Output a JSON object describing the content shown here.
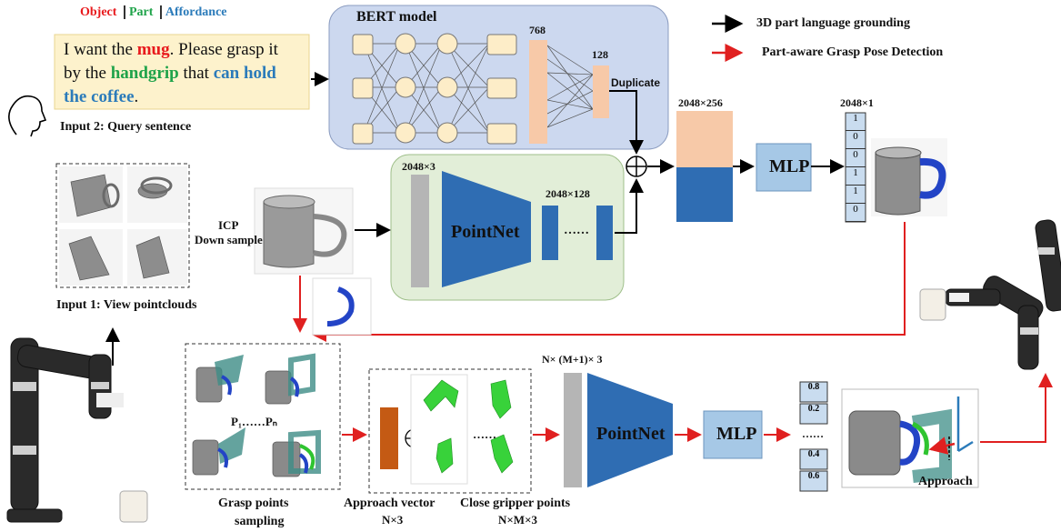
{
  "legend_tags": {
    "object": "Object",
    "part": "Part",
    "affordance": "Affordance"
  },
  "query": {
    "l1_pre": "I want the ",
    "object": "mug",
    "l1_post": ". Please grasp it",
    "l2_pre": "by the ",
    "part": "handgrip",
    "l2_mid": " that ",
    "afford1": "can hold",
    "afford2": "the coffee",
    "l3_post": "."
  },
  "labels": {
    "input2": "Input 2: Query sentence",
    "input1": "Input 1: View pointclouds",
    "bert": "BERT model",
    "dim768": "768",
    "dim128": "128",
    "duplicate": "Duplicate",
    "legend_black": "3D  part language grounding",
    "legend_red": "Part-aware Grasp Pose Detection",
    "icp": "ICP",
    "down_sample": "Down sample",
    "dim2048x3": "2048×3",
    "pointnet": "PointNet",
    "dim2048x128": "2048×128",
    "dots": "……",
    "dim2048x256": "2048×256",
    "mlp": "MLP",
    "dim2048x1": "2048×1",
    "p_label": "P₁……Pₙ",
    "grasp_points": "Grasp points",
    "sampling": "sampling",
    "approach_vector": "Approach vector",
    "n3": "N×3",
    "close_gripper": "Close gripper points",
    "nm3": "N×M×3",
    "nm1_3": "N× (M+1)× 3",
    "pointnet2": "PointNet",
    "mlp2": "MLP",
    "approach": "Approach",
    "dots2": "……",
    "dots3": "……"
  },
  "binary_vector": [
    "1",
    "0",
    "0",
    "1",
    "1",
    "0"
  ],
  "score_vector": [
    "0.8",
    "0.2",
    "0.4",
    "0.6"
  ],
  "colors": {
    "object": "#e8191c",
    "part": "#1fa34a",
    "affordance": "#2b7bba",
    "pointnet": "#2f6db3",
    "mlp": "#a6c8e6",
    "peach": "#f7c9a8",
    "arrow_red": "#e02020"
  }
}
